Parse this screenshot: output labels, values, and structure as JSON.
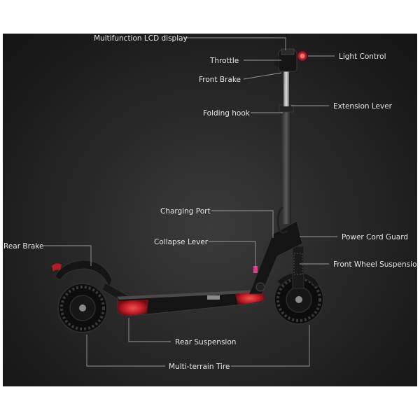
{
  "labels": {
    "lcd": "Multifunction LCD display",
    "throttle": "Throttle",
    "front_brake": "Front Brake",
    "light_control": "Light Control",
    "folding_hook": "Folding hook",
    "extension_lever": "Extension Lever",
    "charging_port": "Charging Port",
    "collapse_lever": "Collapse Lever",
    "rear_brake": "Rear Brake",
    "power_cord_guard": "Power Cord Guard",
    "front_wheel_suspension": "Front Wheel Suspension",
    "rear_suspension": "Rear Suspension",
    "multi_terrain_tire": "Multi-terrain Tire"
  },
  "colors": {
    "background_dark": "#1c1c1c",
    "scooter_body": "#111111",
    "accent_red": "#d81e2a",
    "accent_pink": "#e23a8e",
    "label_text": "#e6e6e6",
    "leader_line": "#9a9a9a"
  },
  "icons": {
    "scooter": "electric-kick-scooter-illustration"
  }
}
